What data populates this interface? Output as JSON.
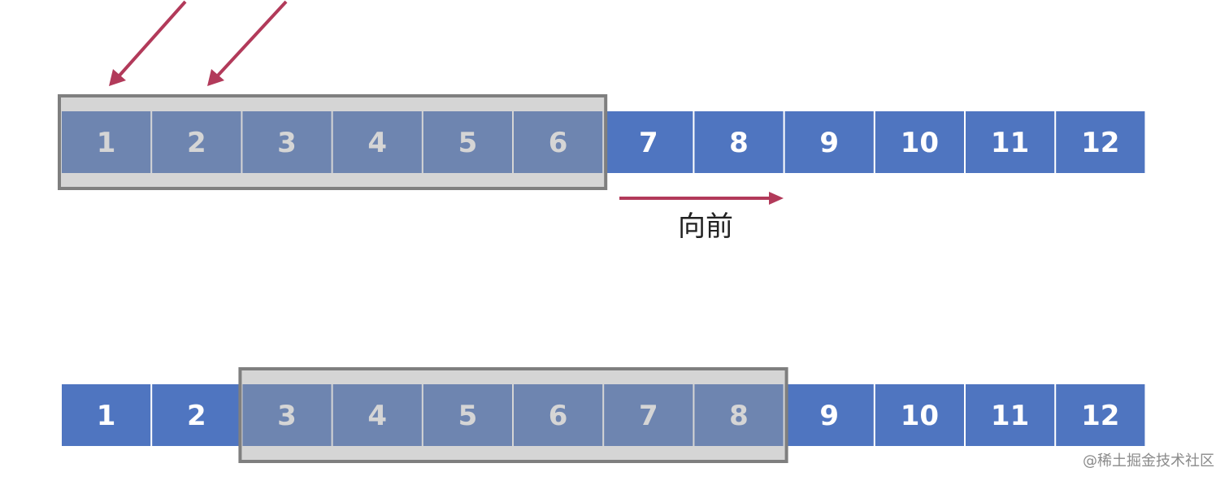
{
  "top_row": {
    "cells": [
      "1",
      "2",
      "3",
      "4",
      "5",
      "6",
      "7",
      "8",
      "9",
      "10",
      "11",
      "12"
    ],
    "window_start": 1,
    "window_end": 6
  },
  "bottom_row": {
    "cells": [
      "1",
      "2",
      "3",
      "4",
      "5",
      "6",
      "7",
      "8",
      "9",
      "10",
      "11",
      "12"
    ],
    "window_start": 3,
    "window_end": 8
  },
  "direction_label": "向前",
  "watermark": "@稀土掘金技术社区",
  "colors": {
    "cell": "#4f75c0",
    "window_border": "#7f7f7f",
    "arrow": "#b23a5a"
  }
}
